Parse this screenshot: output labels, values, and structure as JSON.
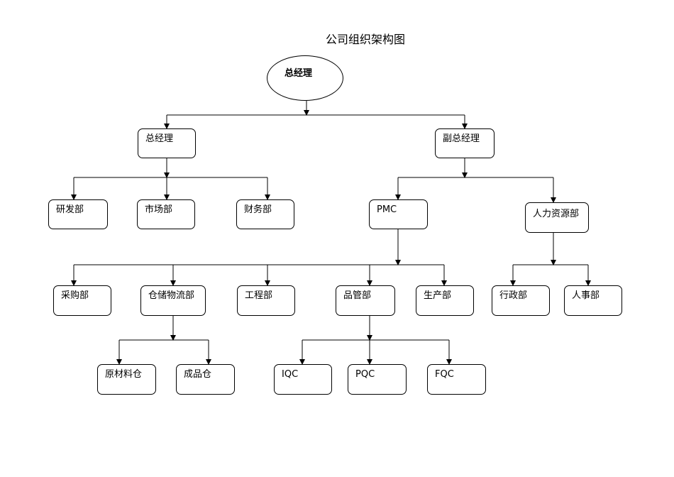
{
  "title": "公司组织架构图",
  "line_color": "#000000",
  "nodes": {
    "ceo": "总经理",
    "gm": "总经理",
    "deputy_gm": "副总经理",
    "rnd": "研发部",
    "marketing": "市场部",
    "finance": "财务部",
    "pmc": "PMC",
    "hr_resources": "人力资源部",
    "purchasing": "采购部",
    "warehouse": "仓储物流部",
    "engineering": "工程部",
    "quality": "品管部",
    "production": "生产部",
    "admin": "行政部",
    "personnel": "人事部",
    "raw_material": "原材料仓",
    "finished_goods": "成品仓",
    "iqc": "IQC",
    "pqc": "PQC",
    "fqc": "FQC"
  }
}
